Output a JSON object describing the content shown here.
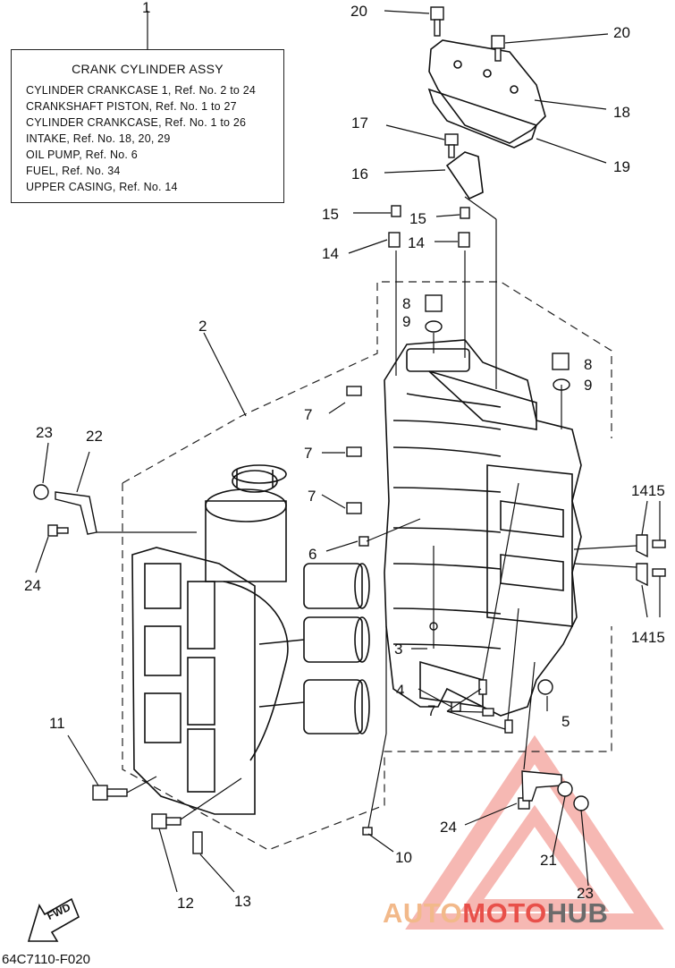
{
  "caption_box": {
    "callout": "1",
    "title": "CRANK CYLINDER ASSY",
    "lines": [
      "CYLINDER CRANKCASE 1,  Ref. No. 2 to  24",
      "CRANKSHAFT PISTON,  Ref. No. 1 to  27",
      "CYLINDER CRANKCASE,  Ref. No. 1  to 26",
      "INTAKE,  Ref. No. 18,  20,  29",
      "OIL PUMP,  Ref. No. 6",
      "FUEL,  Ref. No. 34",
      "UPPER CASING,  Ref. No. 14"
    ]
  },
  "callouts": {
    "c20a": "20",
    "c20b": "20",
    "c18": "18",
    "c19": "19",
    "c17": "17",
    "c16": "16",
    "c15a": "15",
    "c15b": "15",
    "c14a": "14",
    "c14b": "14",
    "c8a": "8",
    "c9a": "9",
    "c8b": "8",
    "c9b": "9",
    "c2": "2",
    "c7a": "7",
    "c7b": "7",
    "c7c": "7",
    "c7d": "7",
    "c23a": "23",
    "c22": "22",
    "c24a": "24",
    "c6": "6",
    "c1415a": "1415",
    "c1415b": "1415",
    "c3": "3",
    "c4": "4",
    "c5": "5",
    "c11": "11",
    "c12": "12",
    "c13": "13",
    "c10": "10",
    "c24b": "24",
    "c21": "21",
    "c23b": "23"
  },
  "fwd_label": "FWD",
  "diagram_code": "64C7110-F020",
  "watermark": {
    "part1": "AUTO",
    "part2": "MOTO",
    "part3": "HUB",
    "color_light": "#f2b98a",
    "color_red": "#e8504a",
    "color_dark": "#6b6b6b"
  }
}
